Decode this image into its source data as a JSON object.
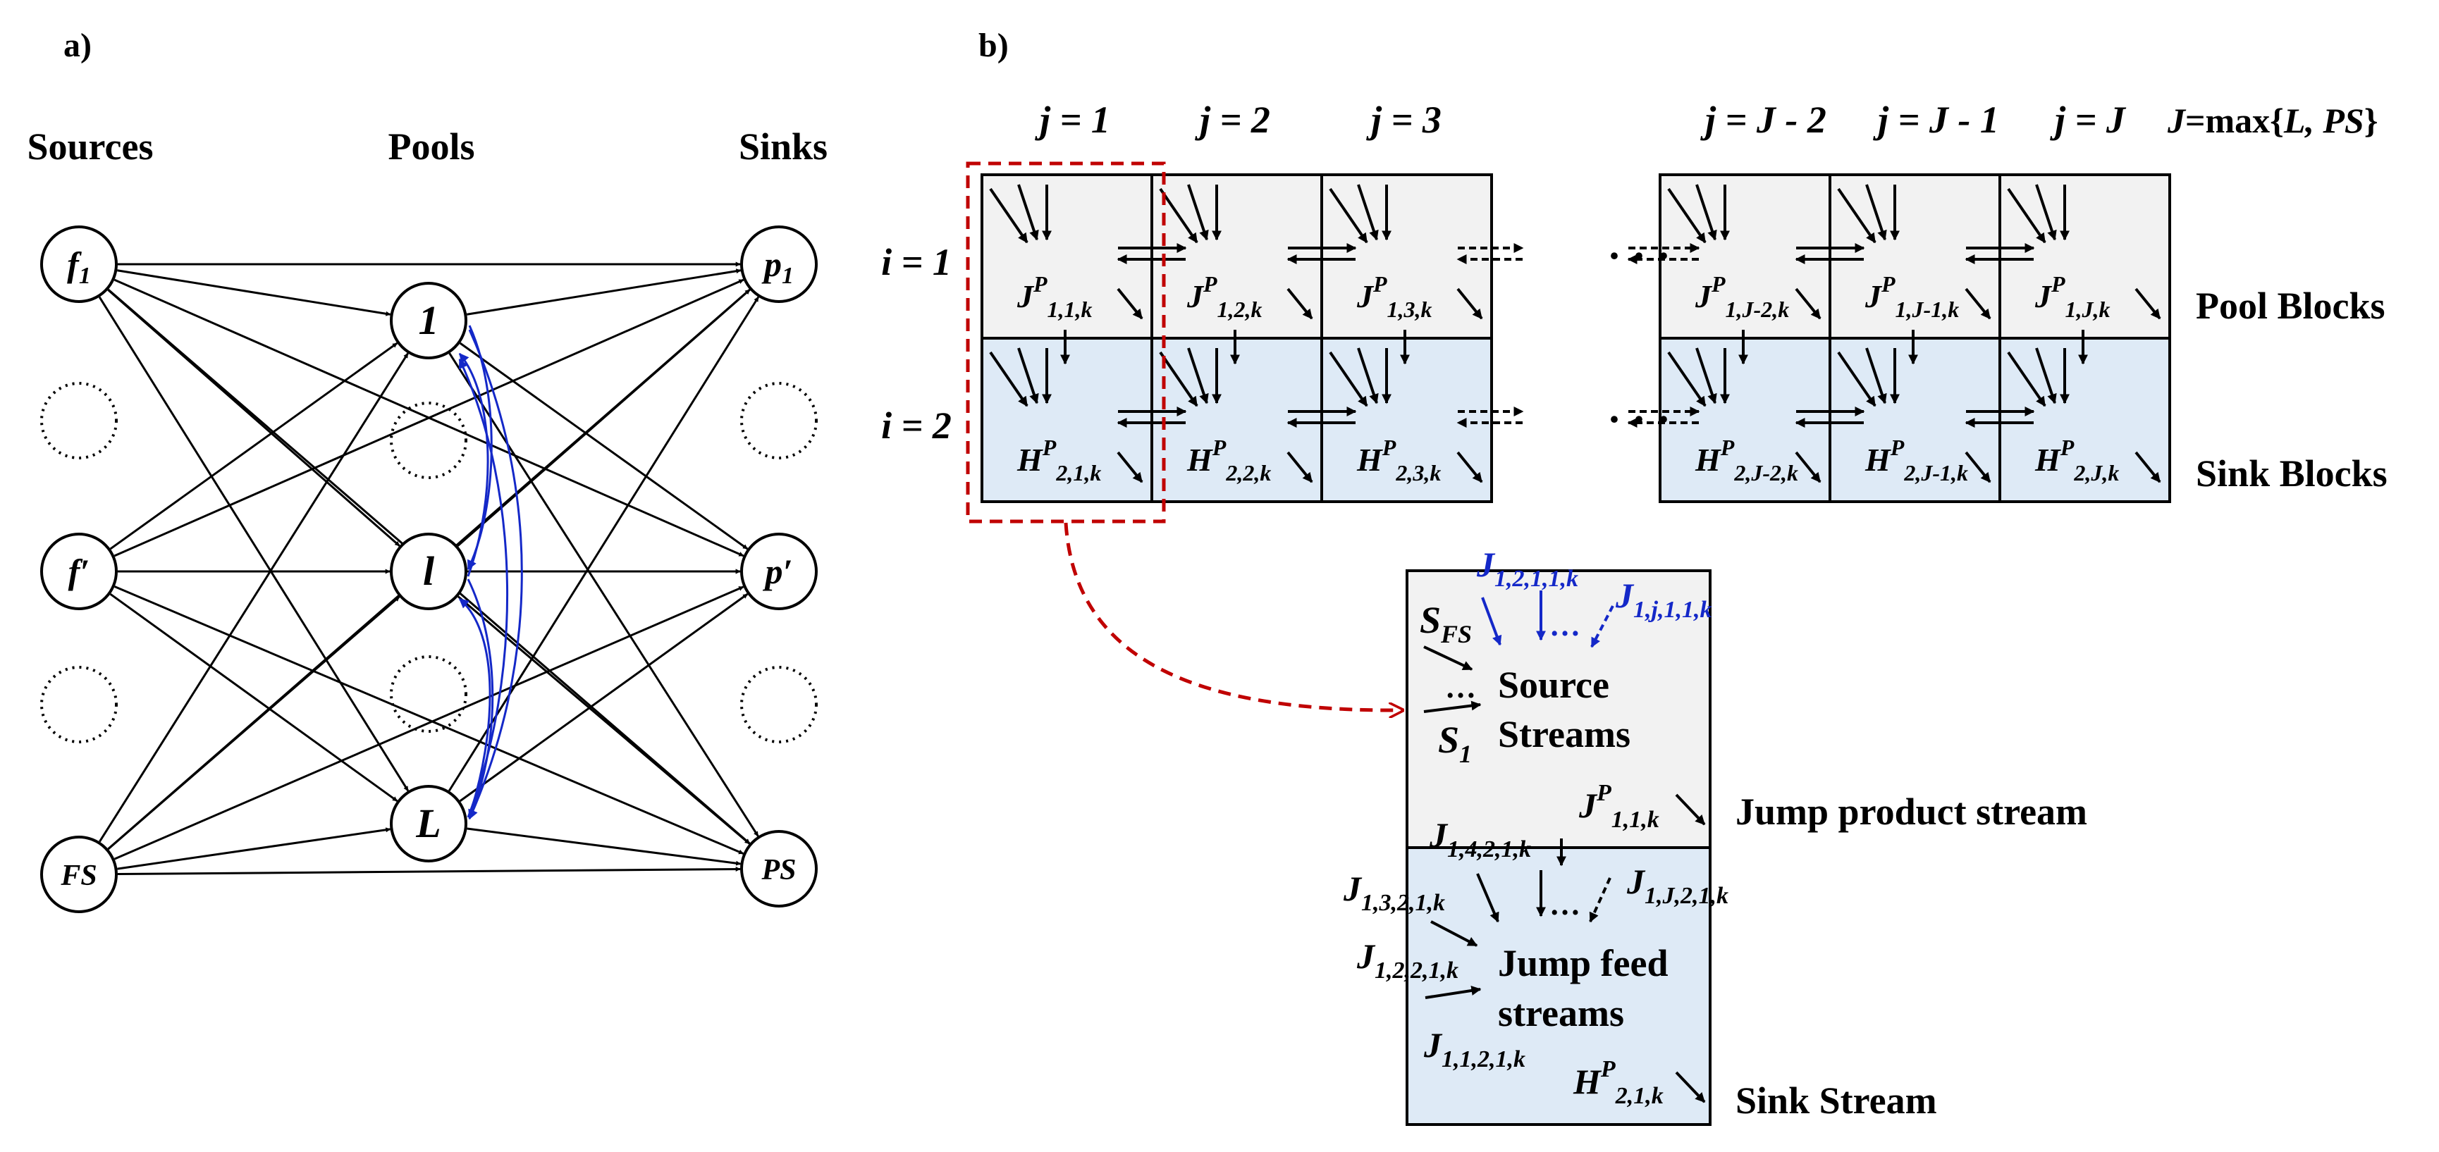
{
  "panel_a": {
    "label": "a)",
    "headers": {
      "sources": "Sources",
      "pools": "Pools",
      "sinks": "Sinks"
    },
    "sources": [
      {
        "main": "f",
        "sub": "1"
      },
      {
        "main": "f′",
        "sub": ""
      },
      {
        "main": "FS",
        "sub": ""
      }
    ],
    "pools": [
      "1",
      "l",
      "L"
    ],
    "sinks": [
      {
        "main": "p",
        "sub": "1"
      },
      {
        "main": "p′",
        "sub": ""
      },
      {
        "main": "PS",
        "sub": ""
      }
    ]
  },
  "panel_b": {
    "label": "b)",
    "col_headers": [
      "j = 1",
      "j = 2",
      "j = 3",
      "j = J - 2",
      "j = J - 1",
      "j = J"
    ],
    "jmax": {
      "lead": "J",
      "rest": "=max{",
      "args": "L, PS",
      "close": "}"
    },
    "row_labels": [
      "i = 1",
      "i = 2"
    ],
    "pool_labels": [
      {
        "main": "J",
        "sup": "P",
        "sub": "1,1,k"
      },
      {
        "main": "J",
        "sup": "P",
        "sub": "1,2,k"
      },
      {
        "main": "J",
        "sup": "P",
        "sub": "1,3,k"
      },
      {
        "main": "J",
        "sup": "P",
        "sub": "1,J-2,k"
      },
      {
        "main": "J",
        "sup": "P",
        "sub": "1,J-1,k"
      },
      {
        "main": "J",
        "sup": "P",
        "sub": "1,J,k"
      }
    ],
    "sink_labels": [
      {
        "main": "H",
        "sup": "P",
        "sub": "2,1,k"
      },
      {
        "main": "H",
        "sup": "P",
        "sub": "2,2,k"
      },
      {
        "main": "H",
        "sup": "P",
        "sub": "2,3,k"
      },
      {
        "main": "H",
        "sup": "P",
        "sub": "2,J-2,k"
      },
      {
        "main": "H",
        "sup": "P",
        "sub": "2,J-1,k"
      },
      {
        "main": "H",
        "sup": "P",
        "sub": "2,J,k"
      }
    ],
    "row_side_labels": {
      "pool": "Pool Blocks",
      "sink": "Sink Blocks"
    },
    "ellipsis": "·  ·  ·"
  },
  "detail": {
    "top_blue_1": {
      "main": "J",
      "sub": "1,2,1,1,k"
    },
    "top_blue_2": {
      "main": "J",
      "sub": "1,j,1,1,k"
    },
    "sfs": {
      "main": "S",
      "sub": "FS"
    },
    "s1": {
      "main": "S",
      "sub": "1"
    },
    "dots": "…",
    "source_streams": [
      "Source",
      "Streams"
    ],
    "jump_product": {
      "main": "J",
      "sup": "P",
      "sub": "1,1,k"
    },
    "jump_product_label": "Jump product stream",
    "j1421": {
      "main": "J",
      "sub": "1,4,2,1,k"
    },
    "j1321": {
      "main": "J",
      "sub": "1,3,2,1,k"
    },
    "j1J21": {
      "main": "J",
      "sub": "1,J,2,1,k"
    },
    "j1221": {
      "main": "J",
      "sub": "1,2,2,1,k"
    },
    "j1121": {
      "main": "J",
      "sub": "1,1,2,1,k"
    },
    "jump_feed": [
      "Jump feed",
      "streams"
    ],
    "sink_stream": {
      "main": "H",
      "sup": "P",
      "sub": "2,1,k"
    },
    "sink_stream_label": "Sink Stream"
  },
  "colors": {
    "pool_fill": "#f2f2f2",
    "sink_fill": "#deeaf6",
    "blue": "#1428c8",
    "red": "#c00000",
    "black": "#000000"
  }
}
